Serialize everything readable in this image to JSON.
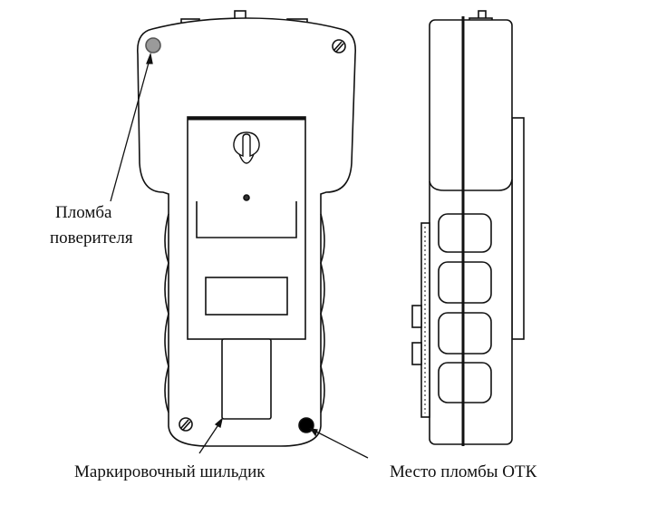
{
  "labels": {
    "verifier_seal_line1": "Пломба",
    "verifier_seal_line2": "поверителя",
    "nameplate": "Маркировочный шильдик",
    "otk_seal": "Место пломбы ОТК"
  },
  "colors": {
    "line": "#111111",
    "verifier_seal": "#9a9a9a",
    "otk_seal": "#000000"
  }
}
